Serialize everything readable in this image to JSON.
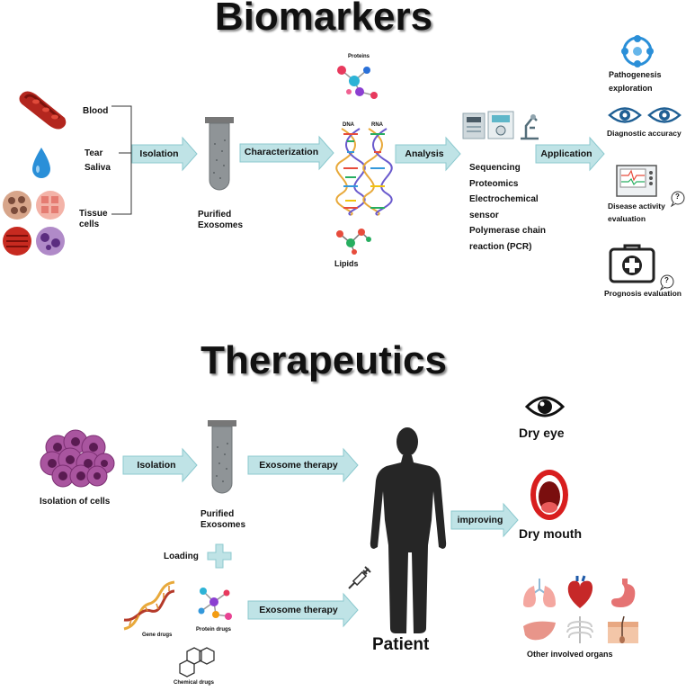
{
  "biomarkers": {
    "title": "Biomarkers",
    "sources": {
      "blood": "Blood",
      "tear": "Tear",
      "saliva": "Saliva",
      "tissue": "Tissue\ncells"
    },
    "arrows": {
      "isolation": "Isolation",
      "characterization": "Characterization",
      "analysis": "Analysis",
      "application": "Application"
    },
    "purified": "Purified\nExosomes",
    "molecules": {
      "proteins": "Proteins",
      "dna": "DNA",
      "rna": "RNA",
      "lipids": "Lipids"
    },
    "methods": [
      "Sequencing",
      "Proteomics",
      "Electrochemical",
      "sensor",
      "Polymerase chain",
      "reaction (PCR)"
    ],
    "applications": {
      "pathogenesis": "Pathogenesis\nexploration",
      "diagnostic": "Diagnostic accuracy",
      "disease_activity": "Disease activity\nevaluation",
      "prognosis": "Prognosis evaluation",
      "question_mark": "?"
    }
  },
  "therapeutics": {
    "title": "Therapeutics",
    "isolation_of_cells": "Isolation of cells",
    "arrows": {
      "isolation": "Isolation",
      "exosome_therapy_1": "Exosome therapy",
      "exosome_therapy_2": "Exosome therapy",
      "improving": "improving"
    },
    "purified": "Purified\nExosomes",
    "loading": "Loading",
    "drugs": {
      "gene": "Gene drugs",
      "protein": "Protein drugs",
      "chemical": "Chemical drugs"
    },
    "patient": "Patient",
    "outcomes": {
      "dry_eye": "Dry eye",
      "dry_mouth": "Dry mouth",
      "other_organs": "Other involved organs"
    }
  },
  "colors": {
    "arrow_fill": "#bfe3e6",
    "arrow_stroke": "#8cc9cf",
    "tube": "#8f9497"
  }
}
